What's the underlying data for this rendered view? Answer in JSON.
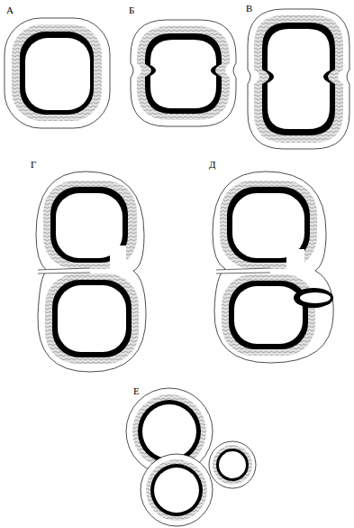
{
  "diagram": {
    "labels": [
      "А",
      "Б",
      "В",
      "Г",
      "Д",
      "Е"
    ]
  }
}
